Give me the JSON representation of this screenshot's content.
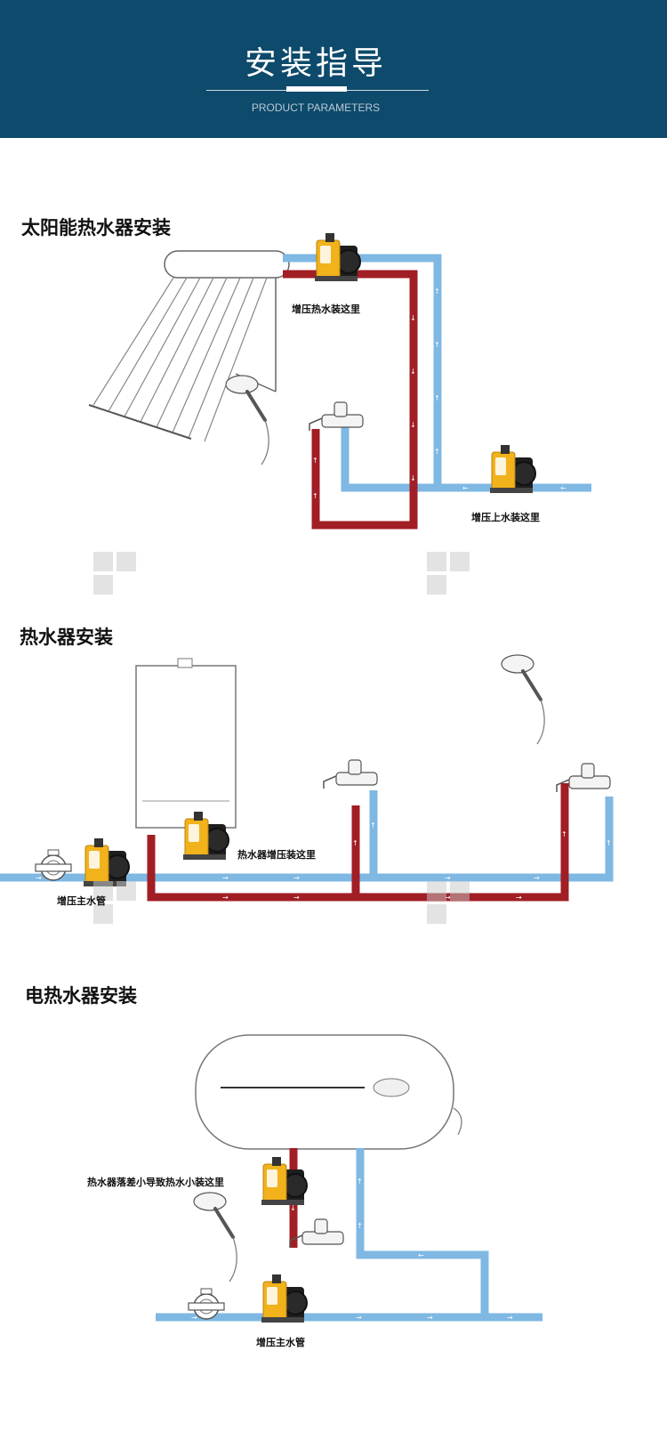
{
  "header": {
    "title": "安装指导",
    "subtitle": "PRODUCT PARAMETERS"
  },
  "sections": [
    {
      "title": "太阳能热水器安装",
      "labels": [
        "增压热水装这里",
        "增压上水装这里"
      ]
    },
    {
      "title": "热水器安装",
      "labels": [
        "热水器增压装这里",
        "增压主水管"
      ]
    },
    {
      "title": "电热水器安装",
      "labels": [
        "热水器落差小导致热水小装这里",
        "增压主水管"
      ]
    }
  ],
  "colors": {
    "header_bg": "#0d4a6b",
    "hot_pipe": "#a01e24",
    "cold_pipe": "#7fb8e3",
    "pump_body": "#f2b21c"
  },
  "icons": [
    "solar-heater-icon",
    "gas-heater-icon",
    "electric-heater-icon",
    "pump-icon",
    "faucet-icon",
    "shower-icon",
    "water-meter-icon",
    "watermark-logo"
  ]
}
